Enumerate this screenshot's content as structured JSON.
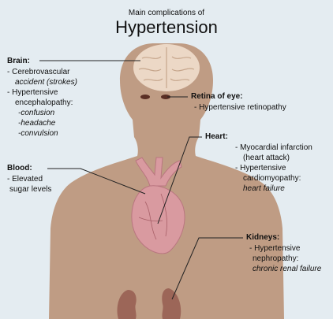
{
  "title": {
    "subtitle": "Main complications of",
    "main": "Hypertension"
  },
  "brain": {
    "heading": "Brain:",
    "item1": "- Cerebrovascular",
    "item1_detail": "accident  (strokes)",
    "item2": "- Hypertensive",
    "item2_cont": "encephalopathy:",
    "symptoms": [
      "-confusion",
      "-headache",
      "-convulsion"
    ]
  },
  "retina": {
    "heading": "Retina of eye:",
    "item1": "- Hypertensive retinopathy"
  },
  "heart": {
    "heading": "Heart:",
    "item1": "- Myocardial infarction",
    "item1_cont": "(heart attack)",
    "item2": "- Hypertensive",
    "item2_cont": "cardiomyopathy:",
    "item2_detail": "heart failure"
  },
  "blood": {
    "heading": "Blood:",
    "item1": "- Elevated",
    "item1_cont": "sugar levels"
  },
  "kidneys": {
    "heading": "Kidneys:",
    "item1": "- Hypertensive",
    "item1_cont": "nephropathy:",
    "item1_detail": "chronic renal failure"
  },
  "colors": {
    "background": "#e4ecf1",
    "body": "#bf9c84",
    "brain": "#ecd8c6",
    "heart": "#d99aa0",
    "kidney": "#9c6658",
    "text": "#111111"
  }
}
